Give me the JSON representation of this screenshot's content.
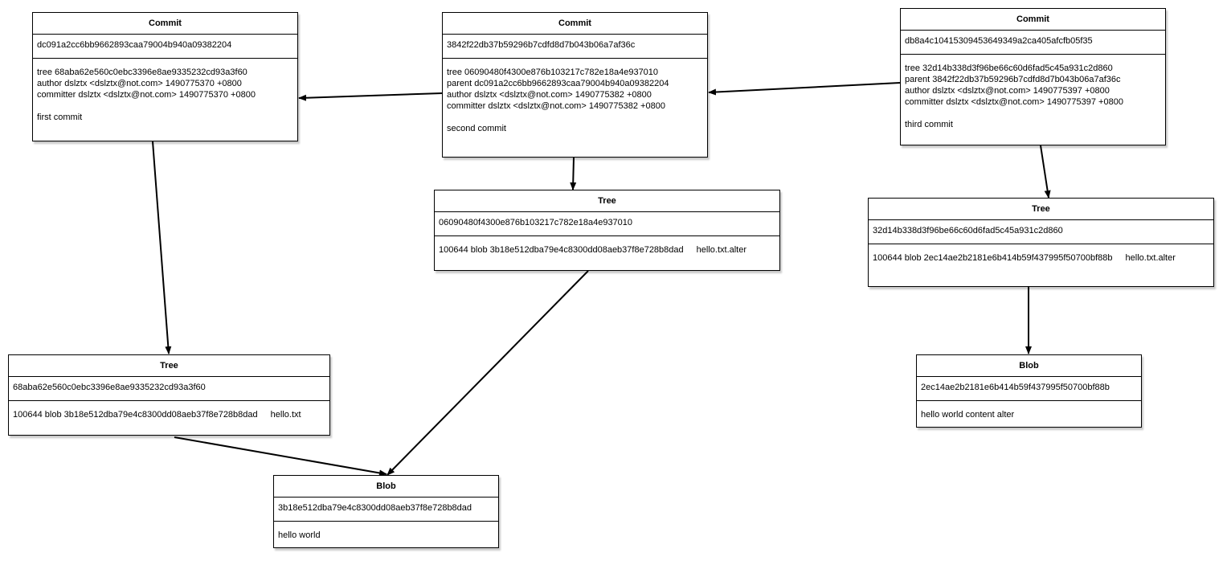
{
  "commit1": {
    "title": "Commit",
    "hash": "dc091a2cc6bb9662893caa79004b940a09382204",
    "tree": "tree 68aba62e560c0ebc3396e8ae9335232cd93a3f60",
    "author": "author dslztx <dslztx@not.com> 1490775370 +0800",
    "committer": "committer dslztx <dslztx@not.com> 1490775370 +0800",
    "message": "first commit"
  },
  "commit2": {
    "title": "Commit",
    "hash": "3842f22db37b59296b7cdfd8d7b043b06a7af36c",
    "tree": "tree 06090480f4300e876b103217c782e18a4e937010",
    "parent": "parent dc091a2cc6bb9662893caa79004b940a09382204",
    "author": "author dslztx <dslztx@not.com> 1490775382 +0800",
    "committer": "committer dslztx <dslztx@not.com> 1490775382 +0800",
    "message": "second commit"
  },
  "commit3": {
    "title": "Commit",
    "hash": "db8a4c10415309453649349a2ca405afcfb05f35",
    "tree": "tree 32d14b338d3f96be66c60d6fad5c45a931c2d860",
    "parent": "parent 3842f22db37b59296b7cdfd8d7b043b06a7af36c",
    "author": "author dslztx <dslztx@not.com> 1490775397 +0800",
    "committer": "committer dslztx <dslztx@not.com> 1490775397 +0800",
    "message": "third commit"
  },
  "tree1": {
    "title": "Tree",
    "hash": "68aba62e560c0ebc3396e8ae9335232cd93a3f60",
    "entry": "100644 blob 3b18e512dba79e4c8300dd08aeb37f8e728b8dad",
    "filename": "hello.txt"
  },
  "tree2": {
    "title": "Tree",
    "hash": "06090480f4300e876b103217c782e18a4e937010",
    "entry": "100644 blob 3b18e512dba79e4c8300dd08aeb37f8e728b8dad",
    "filename": "hello.txt.alter"
  },
  "tree3": {
    "title": "Tree",
    "hash": "32d14b338d3f96be66c60d6fad5c45a931c2d860",
    "entry": "100644 blob 2ec14ae2b2181e6b414b59f437995f50700bf88b",
    "filename": "hello.txt.alter"
  },
  "blob1": {
    "title": "Blob",
    "hash": "3b18e512dba79e4c8300dd08aeb37f8e728b8dad",
    "content": "hello world"
  },
  "blob2": {
    "title": "Blob",
    "hash": "2ec14ae2b2181e6b414b59f437995f50700bf88b",
    "content": "hello world content alter"
  }
}
